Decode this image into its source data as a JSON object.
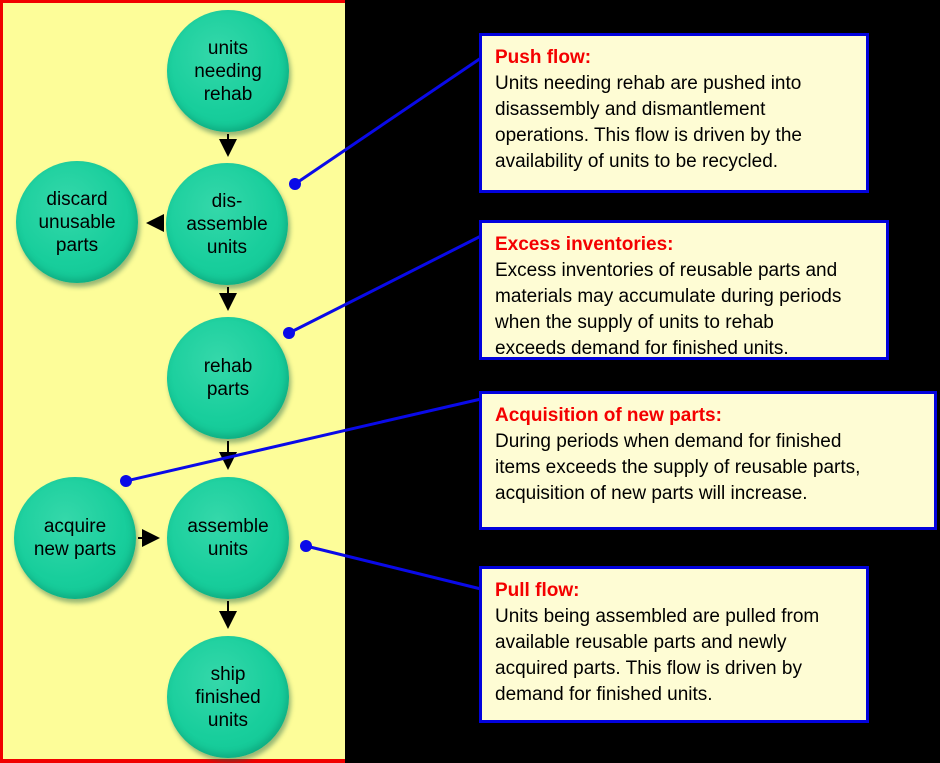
{
  "flowchart": {
    "nodes": [
      {
        "id": "units-needing-rehab",
        "label": "units\nneeding\nrehab"
      },
      {
        "id": "disassemble-units",
        "label": "dis-\nassemble\nunits"
      },
      {
        "id": "discard-unusable-parts",
        "label": "discard\nunusable\nparts"
      },
      {
        "id": "rehab-parts",
        "label": "rehab\nparts"
      },
      {
        "id": "acquire-new-parts",
        "label": "acquire\nnew parts"
      },
      {
        "id": "assemble-units",
        "label": "assemble\nunits"
      },
      {
        "id": "ship-finished-units",
        "label": "ship\nfinished\nunits"
      }
    ],
    "edges": [
      {
        "from": "units-needing-rehab",
        "to": "disassemble-units"
      },
      {
        "from": "disassemble-units",
        "to": "discard-unusable-parts"
      },
      {
        "from": "disassemble-units",
        "to": "rehab-parts"
      },
      {
        "from": "rehab-parts",
        "to": "assemble-units"
      },
      {
        "from": "acquire-new-parts",
        "to": "assemble-units"
      },
      {
        "from": "assemble-units",
        "to": "ship-finished-units"
      }
    ]
  },
  "callouts": [
    {
      "id": "push-flow",
      "title": "Push flow:",
      "body": "Units needing rehab are pushed into\ndisassembly and dismantlement\noperations. This flow is driven by the\navailability of units to be recycled.",
      "points_to": "disassemble-units"
    },
    {
      "id": "excess-inventories",
      "title": "Excess inventories:",
      "body": "Excess inventories of reusable parts and\nmaterials may accumulate during periods\nwhen the supply of units to rehab\nexceeds demand for finished units.",
      "points_to": "rehab-parts"
    },
    {
      "id": "acquisition-of-new-parts",
      "title": "Acquisition of new parts:",
      "body": "During periods when demand for finished\nitems exceeds the supply of reusable parts,\nacquisition of new parts will increase.",
      "points_to": "acquire-new-parts"
    },
    {
      "id": "pull-flow",
      "title": "Pull flow:",
      "body": "Units being assembled are pulled from\navailable reusable parts and newly\nacquired parts. This flow is driven by\ndemand for finished units.",
      "points_to": "assemble-units"
    }
  ],
  "colors": {
    "canvas_bg": "#000000",
    "panel_bg": "#FDFD99",
    "panel_border": "#F10000",
    "node_fill": "#18CE9C",
    "callout_bg": "#FEFCD4",
    "callout_border": "#0202DD",
    "connector_blue": "#0A0AE8",
    "callout_title_red": "#F40000",
    "text_color": "#000000"
  }
}
